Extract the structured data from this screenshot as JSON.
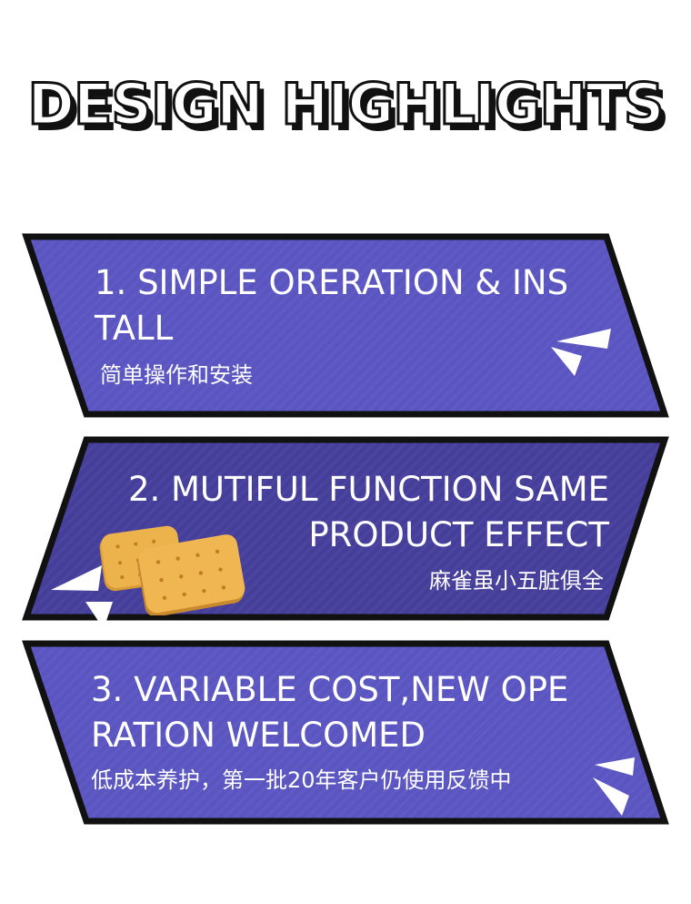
{
  "header": {
    "title": "DESIGN HIGHLIGHTS"
  },
  "colors": {
    "banner_fill": "#5a55bf",
    "banner_fill_dark": "#463f99",
    "outline": "#111111",
    "text": "#ffffff",
    "cracker": "#e7ad45"
  },
  "highlights": [
    {
      "line1": "1. SIMPLE ORERATION & INS",
      "line2": "TALL",
      "sub": "简单操作和安装",
      "icon": "arrow-marks-icon"
    },
    {
      "line1": "2. MUTIFUL FUNCTION SAME",
      "line2": "PRODUCT EFFECT",
      "sub": "麻雀虽小五脏俱全",
      "icon": "cracker-image"
    },
    {
      "line1": "3. VARIABLE COST,NEW OPE",
      "line2": "RATION WELCOMED",
      "sub": "低成本养护，第一批20年客户仍使用反馈中",
      "icon": "arrow-marks-icon"
    }
  ]
}
